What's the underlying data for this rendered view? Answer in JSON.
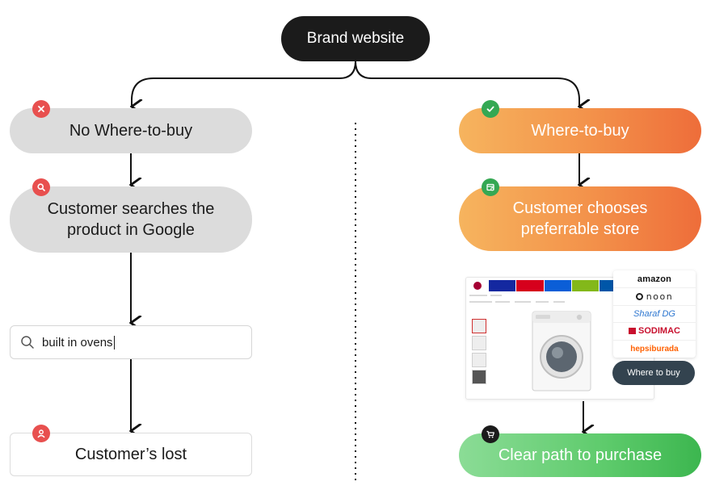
{
  "root": {
    "label": "Brand website"
  },
  "left_branch": {
    "step1": {
      "label": "No Where-to-buy",
      "icon": "x-icon"
    },
    "step2": {
      "label": "Customer searches the product in Google",
      "icon": "search-icon"
    },
    "search": {
      "query": "built in ovens",
      "icon": "search-icon"
    },
    "step3": {
      "label": "Customer’s lost",
      "icon": "user-icon"
    }
  },
  "right_branch": {
    "step1": {
      "label": "Where-to-buy",
      "icon": "check-icon"
    },
    "step2": {
      "label": "Customer chooses preferrable store",
      "icon": "store-icon"
    },
    "widget": {
      "stores": [
        "amazon",
        "noon",
        "Sharaf DG",
        "SODIMAC",
        "hepsiburada"
      ],
      "button_label": "Where to buy"
    },
    "step3": {
      "label": "Clear path to purchase",
      "icon": "cart-icon"
    }
  },
  "colors": {
    "dark": "#1b1b1b",
    "gray_pill": "#dcdcdc",
    "orange_start": "#f6b45e",
    "orange_end": "#ee6d3a",
    "green_start": "#8bdc96",
    "green_end": "#3cb64f",
    "badge_red": "#e8504f",
    "badge_green": "#35a853"
  }
}
